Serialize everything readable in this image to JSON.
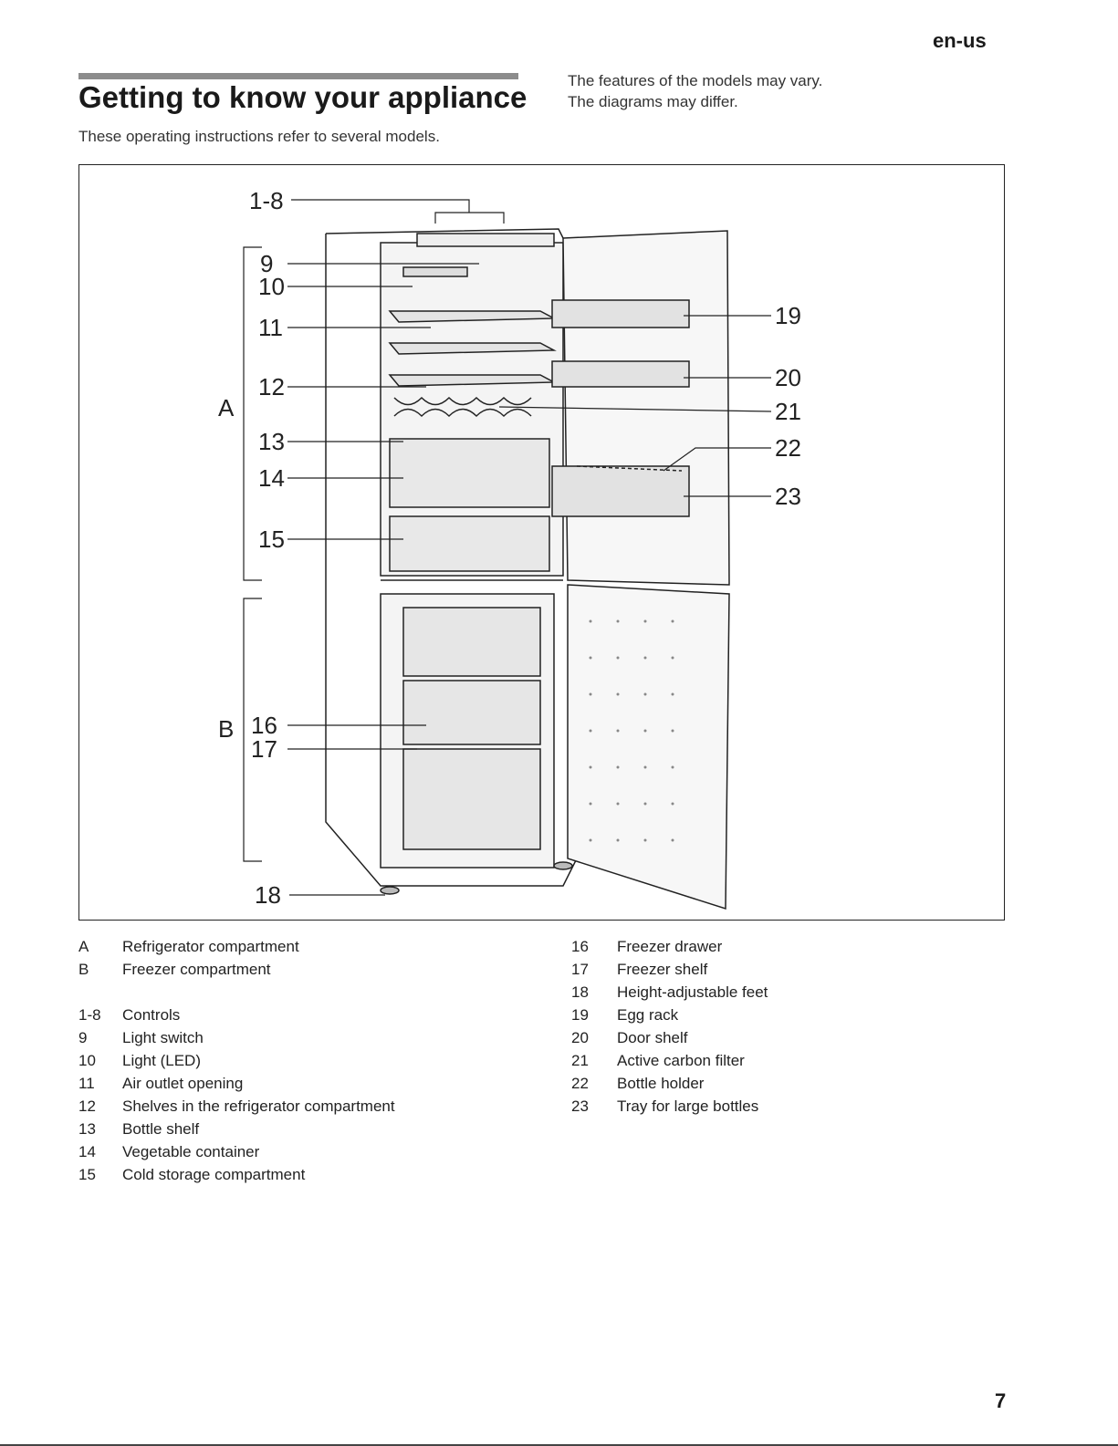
{
  "header": {
    "lang": "en-us",
    "title": "Getting to know your appliance",
    "subtitle": "These operating instructions refer to several models.",
    "note_line1": "The features of the models may vary.",
    "note_line2": "The diagrams may differ."
  },
  "figure": {
    "callouts": {
      "c1_8": "1-8",
      "c9": "9",
      "c10": "10",
      "c11": "11",
      "c12": "12",
      "c13": "13",
      "c14": "14",
      "c15": "15",
      "c16": "16",
      "c17": "17",
      "c18": "18",
      "c19": "19",
      "c20": "20",
      "c21": "21",
      "c22": "22",
      "c23": "23",
      "A": "A",
      "B": "B"
    }
  },
  "legend_left": [
    {
      "key": "A",
      "text": "Refrigerator compartment"
    },
    {
      "key": "B",
      "text": "Freezer compartment"
    },
    {
      "key": "1-8",
      "text": "Controls"
    },
    {
      "key": "9",
      "text": "Light switch"
    },
    {
      "key": "10",
      "text": "Light (LED)"
    },
    {
      "key": "11",
      "text": "Air outlet opening"
    },
    {
      "key": "12",
      "text": "Shelves in the refrigerator compartment"
    },
    {
      "key": "13",
      "text": "Bottle shelf"
    },
    {
      "key": "14",
      "text": "Vegetable container"
    },
    {
      "key": "15",
      "text": "Cold storage compartment"
    }
  ],
  "legend_right": [
    {
      "key": "16",
      "text": "Freezer drawer"
    },
    {
      "key": "17",
      "text": "Freezer shelf"
    },
    {
      "key": "18",
      "text": "Height-adjustable feet"
    },
    {
      "key": "19",
      "text": "Egg rack"
    },
    {
      "key": "20",
      "text": "Door shelf"
    },
    {
      "key": "21",
      "text": "Active carbon filter"
    },
    {
      "key": "22",
      "text": "Bottle holder"
    },
    {
      "key": "23",
      "text": "Tray for large bottles"
    }
  ],
  "page_number": "7"
}
